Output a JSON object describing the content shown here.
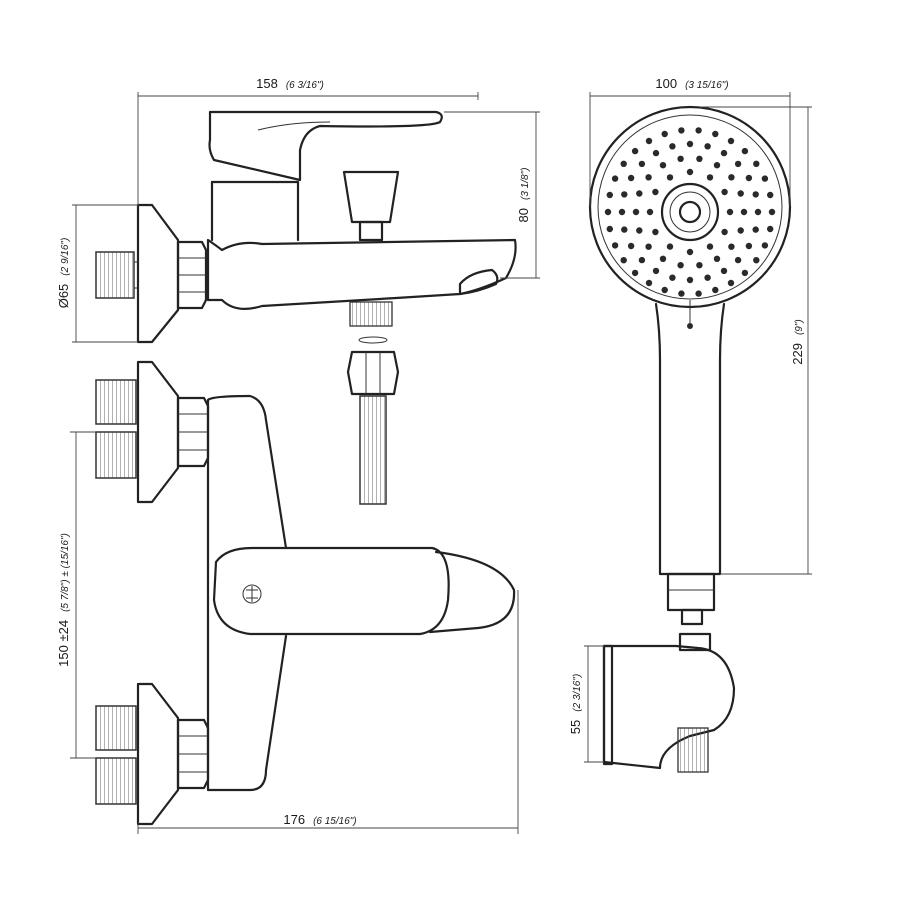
{
  "dimensions": {
    "top_width": {
      "metric": "158",
      "imperial": "(6 3/16\")"
    },
    "height_80": {
      "metric": "80",
      "imperial": "(3 1/8\")"
    },
    "diameter": {
      "metric": "Ø65",
      "imperial": "(2 9/16\")"
    },
    "centers": {
      "metric": "150 ±24",
      "imperial": "(5 7/8\") ± (15/16\")"
    },
    "bottom_width": {
      "metric": "176",
      "imperial": "(6 15/16\")"
    },
    "head_width": {
      "metric": "100",
      "imperial": "(3 15/16\")"
    },
    "shower_length": {
      "metric": "229",
      "imperial": "(9\")"
    },
    "holder_height": {
      "metric": "55",
      "imperial": "(2 3/16\")"
    }
  }
}
